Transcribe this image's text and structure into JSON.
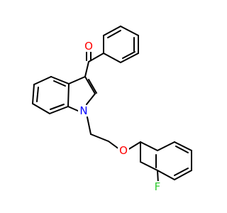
{
  "diagram": {
    "colors": {
      "bond": "#000000",
      "background": "#ffffff"
    },
    "atoms": [
      {
        "id": "O1",
        "label": "O",
        "color": "#ff0000"
      },
      {
        "id": "N1",
        "label": "N",
        "color": "#0000ff"
      },
      {
        "id": "O2",
        "label": "O",
        "color": "#ff0000"
      },
      {
        "id": "F1",
        "label": "F",
        "color": "#33cc33"
      }
    ]
  }
}
